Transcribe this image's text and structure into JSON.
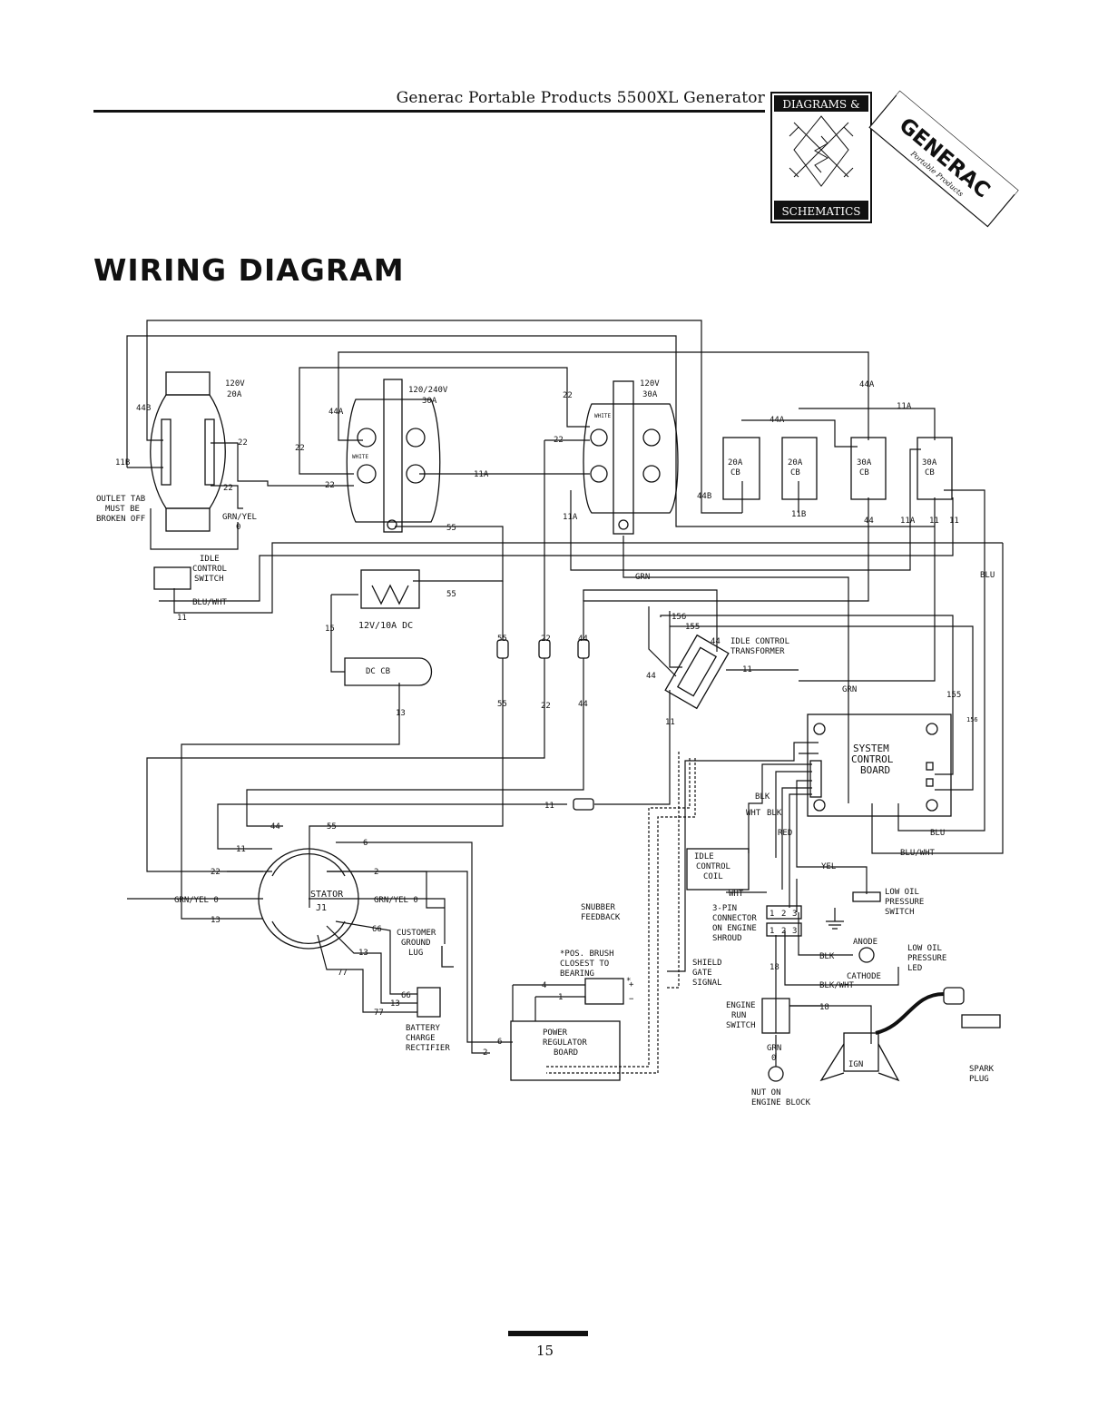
{
  "header": {
    "title": "Generac Portable Products 5500XL Generator",
    "logo_top": "DIAGRAMS &",
    "logo_bottom": "SCHEMATICS",
    "brand": "GENERAC",
    "brand_sub": "Portable Products"
  },
  "page_heading": "WIRING DIAGRAM",
  "diagram": {
    "outlet_left_rating": [
      "120V",
      "20A"
    ],
    "outlet_mid_rating": [
      "120/240V",
      "30A"
    ],
    "outlet_right_rating": [
      "120V",
      "30A"
    ],
    "outlet_tab_note": [
      "OUTLET TAB",
      "MUST BE",
      "BROKEN OFF"
    ],
    "white_label": "WHITE",
    "breakers": [
      {
        "rating": "20A",
        "type": "CB"
      },
      {
        "rating": "20A",
        "type": "CB"
      },
      {
        "rating": "30A",
        "type": "CB"
      },
      {
        "rating": "30A",
        "type": "CB"
      }
    ],
    "idle_control_switch": [
      "IDLE",
      "CONTROL",
      "SWITCH"
    ],
    "dc_breaker_rating": "12V/10A DC",
    "dc_cb": "DC CB",
    "idle_control_transformer": [
      "IDLE CONTROL",
      "TRANSFORMER"
    ],
    "system_control_board": [
      "SYSTEM",
      "CONTROL",
      "BOARD"
    ],
    "stator": "STATOR",
    "idle_control_coil": [
      "IDLE",
      "CONTROL",
      "COIL"
    ],
    "three_pin": [
      "3-PIN",
      "CONNECTOR",
      "ON ENGINE",
      "SHROUD"
    ],
    "low_oil_switch": [
      "LOW OIL",
      "PRESSURE",
      "SWITCH"
    ],
    "low_oil_led": [
      "LOW OIL",
      "PRESSURE",
      "LED"
    ],
    "anode": "ANODE",
    "cathode": "CATHODE",
    "snubber": [
      "SNUBBER",
      "FEEDBACK"
    ],
    "shield": [
      "SHIELD",
      "GATE",
      "SIGNAL"
    ],
    "brush_note": [
      "*POS. BRUSH",
      "CLOSEST TO",
      "BEARING"
    ],
    "customer_ground": [
      "CUSTOMER",
      "GROUND",
      "LUG"
    ],
    "battery_rectifier": [
      "BATTERY",
      "CHARGE",
      "RECTIFIER"
    ],
    "power_regulator": [
      "POWER",
      "REGULATOR",
      "BOARD"
    ],
    "engine_run_switch": [
      "ENGINE",
      "RUN",
      "SWITCH"
    ],
    "nut_on_block": [
      "NUT ON",
      "ENGINE BLOCK"
    ],
    "spark_plug": [
      "SPARK",
      "PLUG"
    ],
    "ign": "IGN",
    "wire_labels": {
      "w44a": "44A",
      "w11a": "11A",
      "w44b": "44B",
      "w11b": "11B",
      "w22": "22",
      "w55": "55",
      "w44": "44",
      "w11": "11",
      "w15": "15",
      "w13": "13",
      "w156": "156",
      "w155": "155",
      "w66": "66",
      "w77": "77",
      "w6": "6",
      "w2": "2",
      "w4": "4",
      "w1": "1",
      "w18": "18",
      "w0": "0",
      "grn": "GRN",
      "blu": "BLU",
      "bluwht": "BLU/WHT",
      "grnyel": "GRN/YEL",
      "grnyel0": "GRN/YEL 0",
      "blk": "BLK",
      "wht": "WHT",
      "red": "RED",
      "yel": "YEL",
      "blkwht": "BLK/WHT",
      "pin1": "1",
      "pin2": "2",
      "pin3": "3",
      "star": "*",
      "plus": "+",
      "minus": "−",
      "j1": "J1"
    }
  },
  "footer": {
    "page_number": "15"
  }
}
